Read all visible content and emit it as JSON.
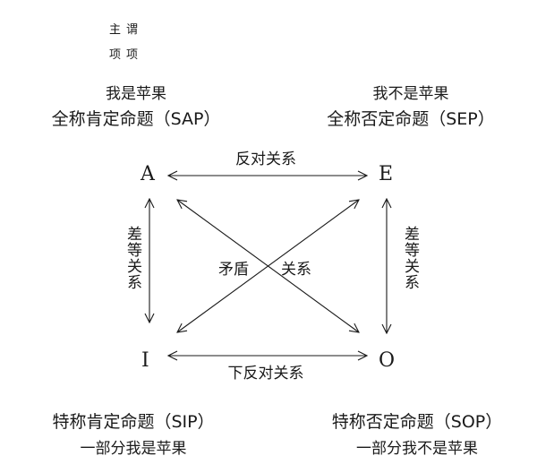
{
  "header": {
    "top_labels": [
      "主谓",
      "项项"
    ]
  },
  "corners": {
    "A": {
      "letter": "A",
      "example": "我是苹果",
      "name": "全称肯定命题（SAP）"
    },
    "E": {
      "letter": "E",
      "example": "我不是苹果",
      "name": "全称否定命题（SEP）"
    },
    "I": {
      "letter": "I",
      "name": "特称肯定命题（SIP）",
      "example": "一部分我是苹果"
    },
    "O": {
      "letter": "O",
      "name": "特称否定命题（SOP）",
      "example": "一部分我不是苹果"
    }
  },
  "relations": {
    "top": "反对关系",
    "bottom": "下反对关系",
    "left": "差等关系",
    "right": "差等关系",
    "center_left": "矛盾",
    "center_right": "关系"
  }
}
